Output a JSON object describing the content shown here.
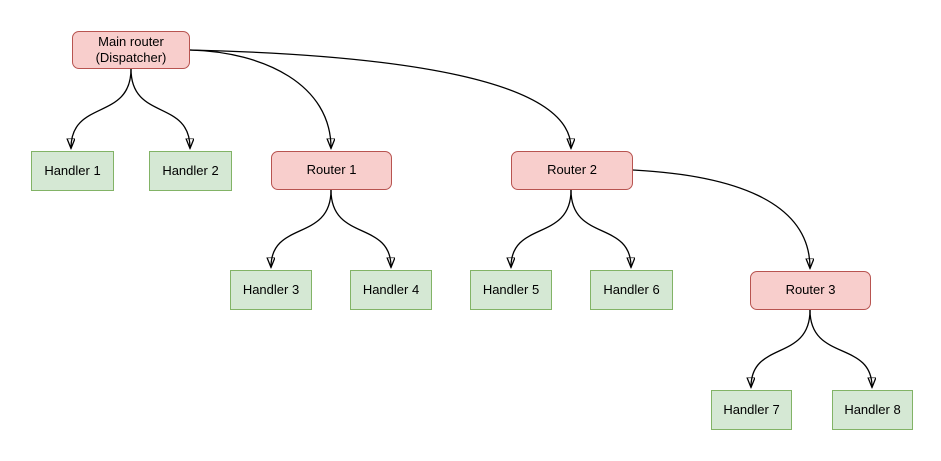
{
  "colors": {
    "background": "#ffffff",
    "router_fill": "#f8cecc",
    "router_border": "#b85450",
    "handler_fill": "#d5e8d4",
    "handler_border": "#82b366",
    "edge_stroke": "#000000",
    "text": "#000000"
  },
  "nodes": {
    "main_router": {
      "label": "Main router\n(Dispatcher)",
      "type": "router"
    },
    "handler_1": {
      "label": "Handler 1",
      "type": "handler"
    },
    "handler_2": {
      "label": "Handler 2",
      "type": "handler"
    },
    "router_1": {
      "label": "Router 1",
      "type": "router"
    },
    "router_2": {
      "label": "Router 2",
      "type": "router"
    },
    "handler_3": {
      "label": "Handler 3",
      "type": "handler"
    },
    "handler_4": {
      "label": "Handler 4",
      "type": "handler"
    },
    "handler_5": {
      "label": "Handler 5",
      "type": "handler"
    },
    "handler_6": {
      "label": "Handler 6",
      "type": "handler"
    },
    "router_3": {
      "label": "Router 3",
      "type": "router"
    },
    "handler_7": {
      "label": "Handler 7",
      "type": "handler"
    },
    "handler_8": {
      "label": "Handler 8",
      "type": "handler"
    }
  },
  "edges": [
    {
      "from": "main_router",
      "to": "handler_1"
    },
    {
      "from": "main_router",
      "to": "handler_2"
    },
    {
      "from": "main_router",
      "to": "router_1"
    },
    {
      "from": "main_router",
      "to": "router_2"
    },
    {
      "from": "router_1",
      "to": "handler_3"
    },
    {
      "from": "router_1",
      "to": "handler_4"
    },
    {
      "from": "router_2",
      "to": "handler_5"
    },
    {
      "from": "router_2",
      "to": "handler_6"
    },
    {
      "from": "router_2",
      "to": "router_3"
    },
    {
      "from": "router_3",
      "to": "handler_7"
    },
    {
      "from": "router_3",
      "to": "handler_8"
    }
  ]
}
